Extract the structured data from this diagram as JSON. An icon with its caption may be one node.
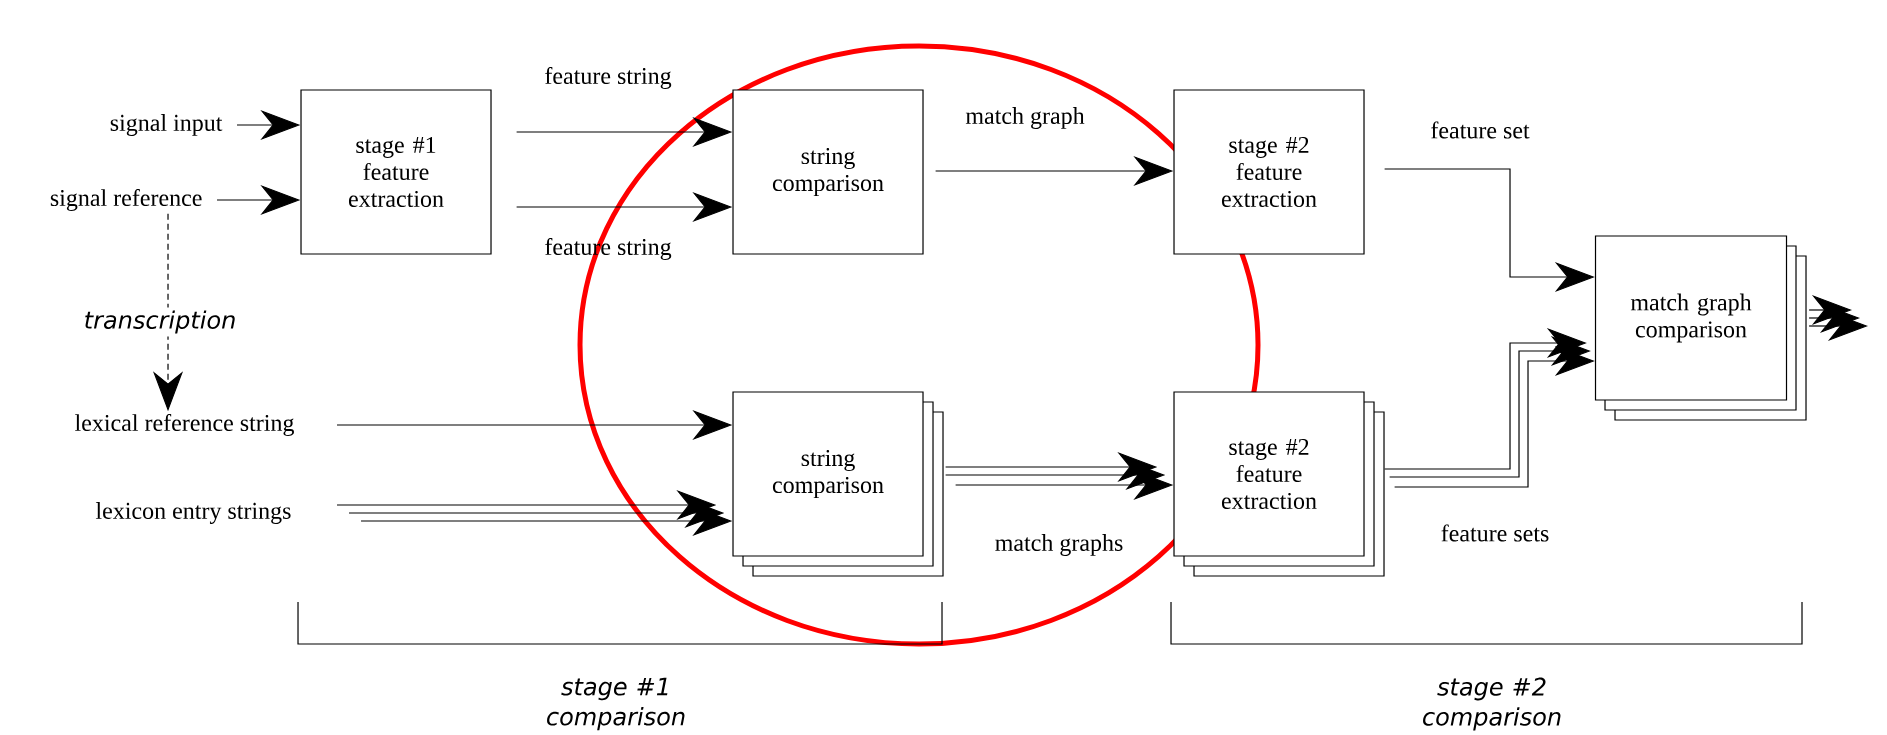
{
  "diagram": {
    "nodes": [
      {
        "text": [
          "signal input"
        ]
      },
      {
        "text": [
          "signal reference"
        ]
      },
      {
        "text": [
          "stage #1 feature extraction"
        ]
      },
      {
        "text": [
          "string comparison"
        ]
      },
      {
        "text": [
          "stage #2 feature extraction"
        ]
      },
      {
        "text": [
          "match graph comparison"
        ]
      },
      {
        "text": [
          "lexical reference string"
        ]
      },
      {
        "text": [
          "lexicon entry strings"
        ]
      },
      {
        "text": [
          "string comparison"
        ]
      },
      {
        "text": [
          "stage #2 feature extraction"
        ]
      }
    ],
    "edges": [
      {
        "from": 0,
        "to": 2,
        "arrow": "to"
      },
      {
        "from": 1,
        "to": 2,
        "arrow": "to"
      },
      {
        "from": 2,
        "to": 3,
        "arrow": "to",
        "label": "feature string"
      },
      {
        "from": 2,
        "to": 3,
        "arrow": "to",
        "label": "feature string"
      },
      {
        "from": 3,
        "to": 4,
        "arrow": "to",
        "label": "match graph"
      },
      {
        "from": 4,
        "to": 5,
        "arrow": "to",
        "label": "feature set"
      },
      {
        "from": 1,
        "to": 6,
        "arrow": "to",
        "label": "transcription",
        "style": "dashed"
      },
      {
        "from": 6,
        "to": 8,
        "arrow": "to"
      },
      {
        "from": 7,
        "to": 8,
        "arrow": "to"
      },
      {
        "from": 7,
        "to": 8,
        "arrow": "to"
      },
      {
        "from": 7,
        "to": 8,
        "arrow": "to"
      },
      {
        "from": 8,
        "to": 9,
        "arrow": "to"
      },
      {
        "from": 8,
        "to": 9,
        "arrow": "to"
      },
      {
        "from": 8,
        "to": 9,
        "arrow": "to",
        "label": "match graphs"
      },
      {
        "from": 9,
        "to": 5,
        "arrow": "to"
      },
      {
        "from": 9,
        "to": 5,
        "arrow": "to"
      },
      {
        "from": 9,
        "to": 5,
        "arrow": "to",
        "label": "feature sets"
      },
      {
        "from": 5,
        "to": null,
        "arrow": "to"
      },
      {
        "from": 5,
        "to": null,
        "arrow": "to"
      },
      {
        "from": 5,
        "to": null,
        "arrow": "to"
      }
    ],
    "labels": [
      "stage #1 comparison",
      "stage #2 comparison"
    ]
  }
}
